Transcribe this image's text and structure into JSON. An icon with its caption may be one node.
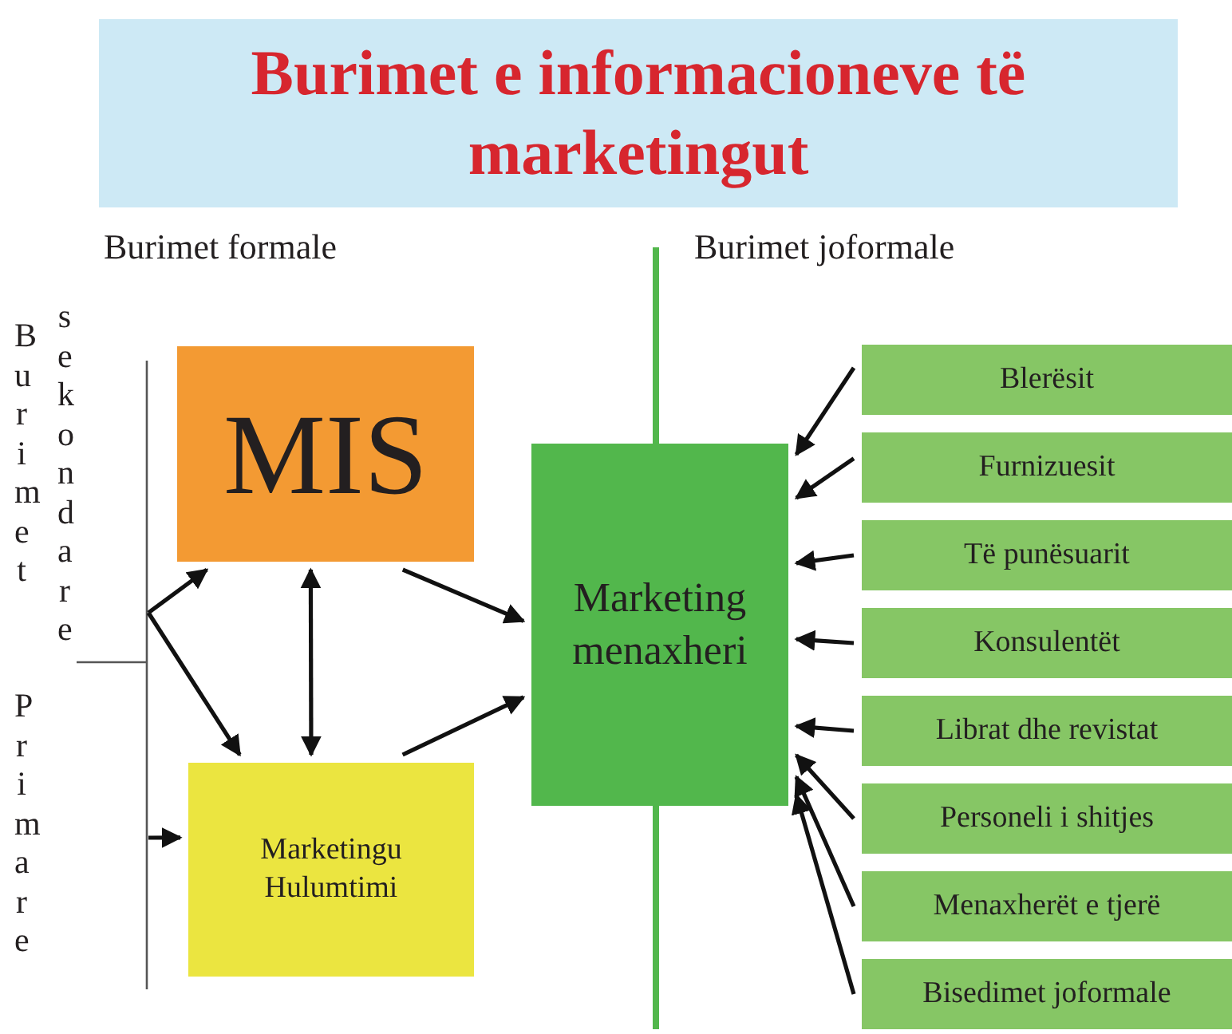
{
  "diagram": {
    "title": "Burimet e informacioneve të marketingut",
    "nodes": [
      {
        "text": [
          "MIS"
        ]
      },
      {
        "text": [
          "Marketingu Hulumtimi"
        ]
      },
      {
        "text": [
          "Marketing menaxheri"
        ]
      },
      {
        "text": [
          "Blerësit"
        ]
      },
      {
        "text": [
          "Furnizuesit"
        ]
      },
      {
        "text": [
          "Të punësuarit"
        ]
      },
      {
        "text": [
          "Konsulentët"
        ]
      },
      {
        "text": [
          "Librat dhe revistat"
        ]
      },
      {
        "text": [
          "Personeli i shitjes"
        ]
      },
      {
        "text": [
          "Menaxherët e tjerë"
        ]
      },
      {
        "text": [
          "Bisedimet joformale"
        ]
      }
    ],
    "edges": [
      {
        "from": null,
        "to": 0,
        "arrow": "to"
      },
      {
        "from": null,
        "to": 1,
        "arrow": "to"
      },
      {
        "from": null,
        "to": 1,
        "arrow": "to"
      },
      {
        "from": 0,
        "to": 1,
        "arrow": "both"
      },
      {
        "from": 0,
        "to": 2,
        "arrow": "to"
      },
      {
        "from": 1,
        "to": 2,
        "arrow": "to"
      },
      {
        "from": 3,
        "to": 2,
        "arrow": "to"
      },
      {
        "from": 4,
        "to": 2,
        "arrow": "to"
      },
      {
        "from": 5,
        "to": 2,
        "arrow": "to"
      },
      {
        "from": 6,
        "to": 2,
        "arrow": "to"
      },
      {
        "from": 7,
        "to": 2,
        "arrow": "to"
      },
      {
        "from": 8,
        "to": 2,
        "arrow": "to"
      },
      {
        "from": 9,
        "to": 2,
        "arrow": "to"
      },
      {
        "from": 10,
        "to": 2,
        "arrow": "to"
      }
    ],
    "labels": [
      "Burimet formale",
      "Burimet joformale",
      "Burimet",
      "sekondare",
      "Primare"
    ]
  }
}
